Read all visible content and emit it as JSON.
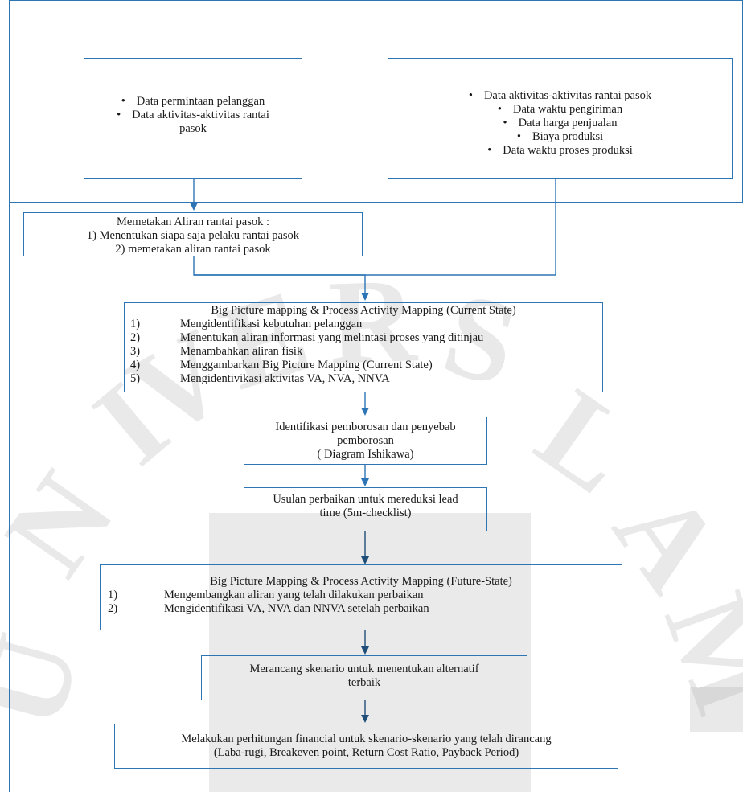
{
  "input_left": {
    "items": [
      "Data permintaan pelanggan",
      "Data aktivitas-aktivitas rantai pasok"
    ]
  },
  "input_right": {
    "items": [
      "Data aktivitas-aktivitas rantai pasok",
      "Data waktu pengiriman",
      "Data harga penjualan",
      "Biaya produksi",
      "Data waktu proses produksi"
    ]
  },
  "step1": {
    "title": "Memetakan Aliran rantai pasok :",
    "lines": [
      "1) Menentukan siapa saja pelaku rantai pasok",
      "2) memetakan aliran rantai pasok"
    ]
  },
  "step2": {
    "title": "Big Picture mapping  & Process Activity Mapping (Current State)",
    "items": [
      {
        "num": "1)",
        "text": "Mengidentifikasi kebutuhan pelanggan"
      },
      {
        "num": "2)",
        "text": "Menentukan aliran informasi yang melintasi proses yang ditinjau"
      },
      {
        "num": "3)",
        "text": "Menambahkan aliran fisik"
      },
      {
        "num": "4)",
        "text": "Menggambarkan Big Picture Mapping (Current State)"
      },
      {
        "num": "5)",
        "text": "Mengidentivikasi aktivitas VA, NVA, NNVA"
      }
    ]
  },
  "step3": {
    "lines": [
      "Identifikasi pemborosan dan penyebab",
      "pemborosan",
      "( Diagram Ishikawa)"
    ]
  },
  "step4": {
    "lines": [
      "Usulan perbaikan untuk mereduksi lead",
      "time (5m-checklist)"
    ]
  },
  "step5": {
    "title": "Big Picture Mapping & Process Activity Mapping (Future-State)",
    "items": [
      {
        "num": "1)",
        "text": "Mengembangkan aliran yang telah dilakukan perbaikan"
      },
      {
        "num": "2)",
        "text": "Mengidentifikasi VA, NVA dan NNVA setelah perbaikan"
      }
    ]
  },
  "step6": {
    "lines": [
      "Merancang skenario untuk menentukan alternatif",
      "terbaik"
    ]
  },
  "step7": {
    "lines": [
      "Melakukan perhitungan financial untuk skenario-skenario yang telah dirancang",
      "(Laba-rugi, Breakeven point, Return Cost Ratio, Payback Period)"
    ]
  },
  "colors": {
    "border": "#2e75b6",
    "arrow": "#2e75b6",
    "arrow_dark": "#1f4e79",
    "watermark": "#b0b0b0"
  }
}
